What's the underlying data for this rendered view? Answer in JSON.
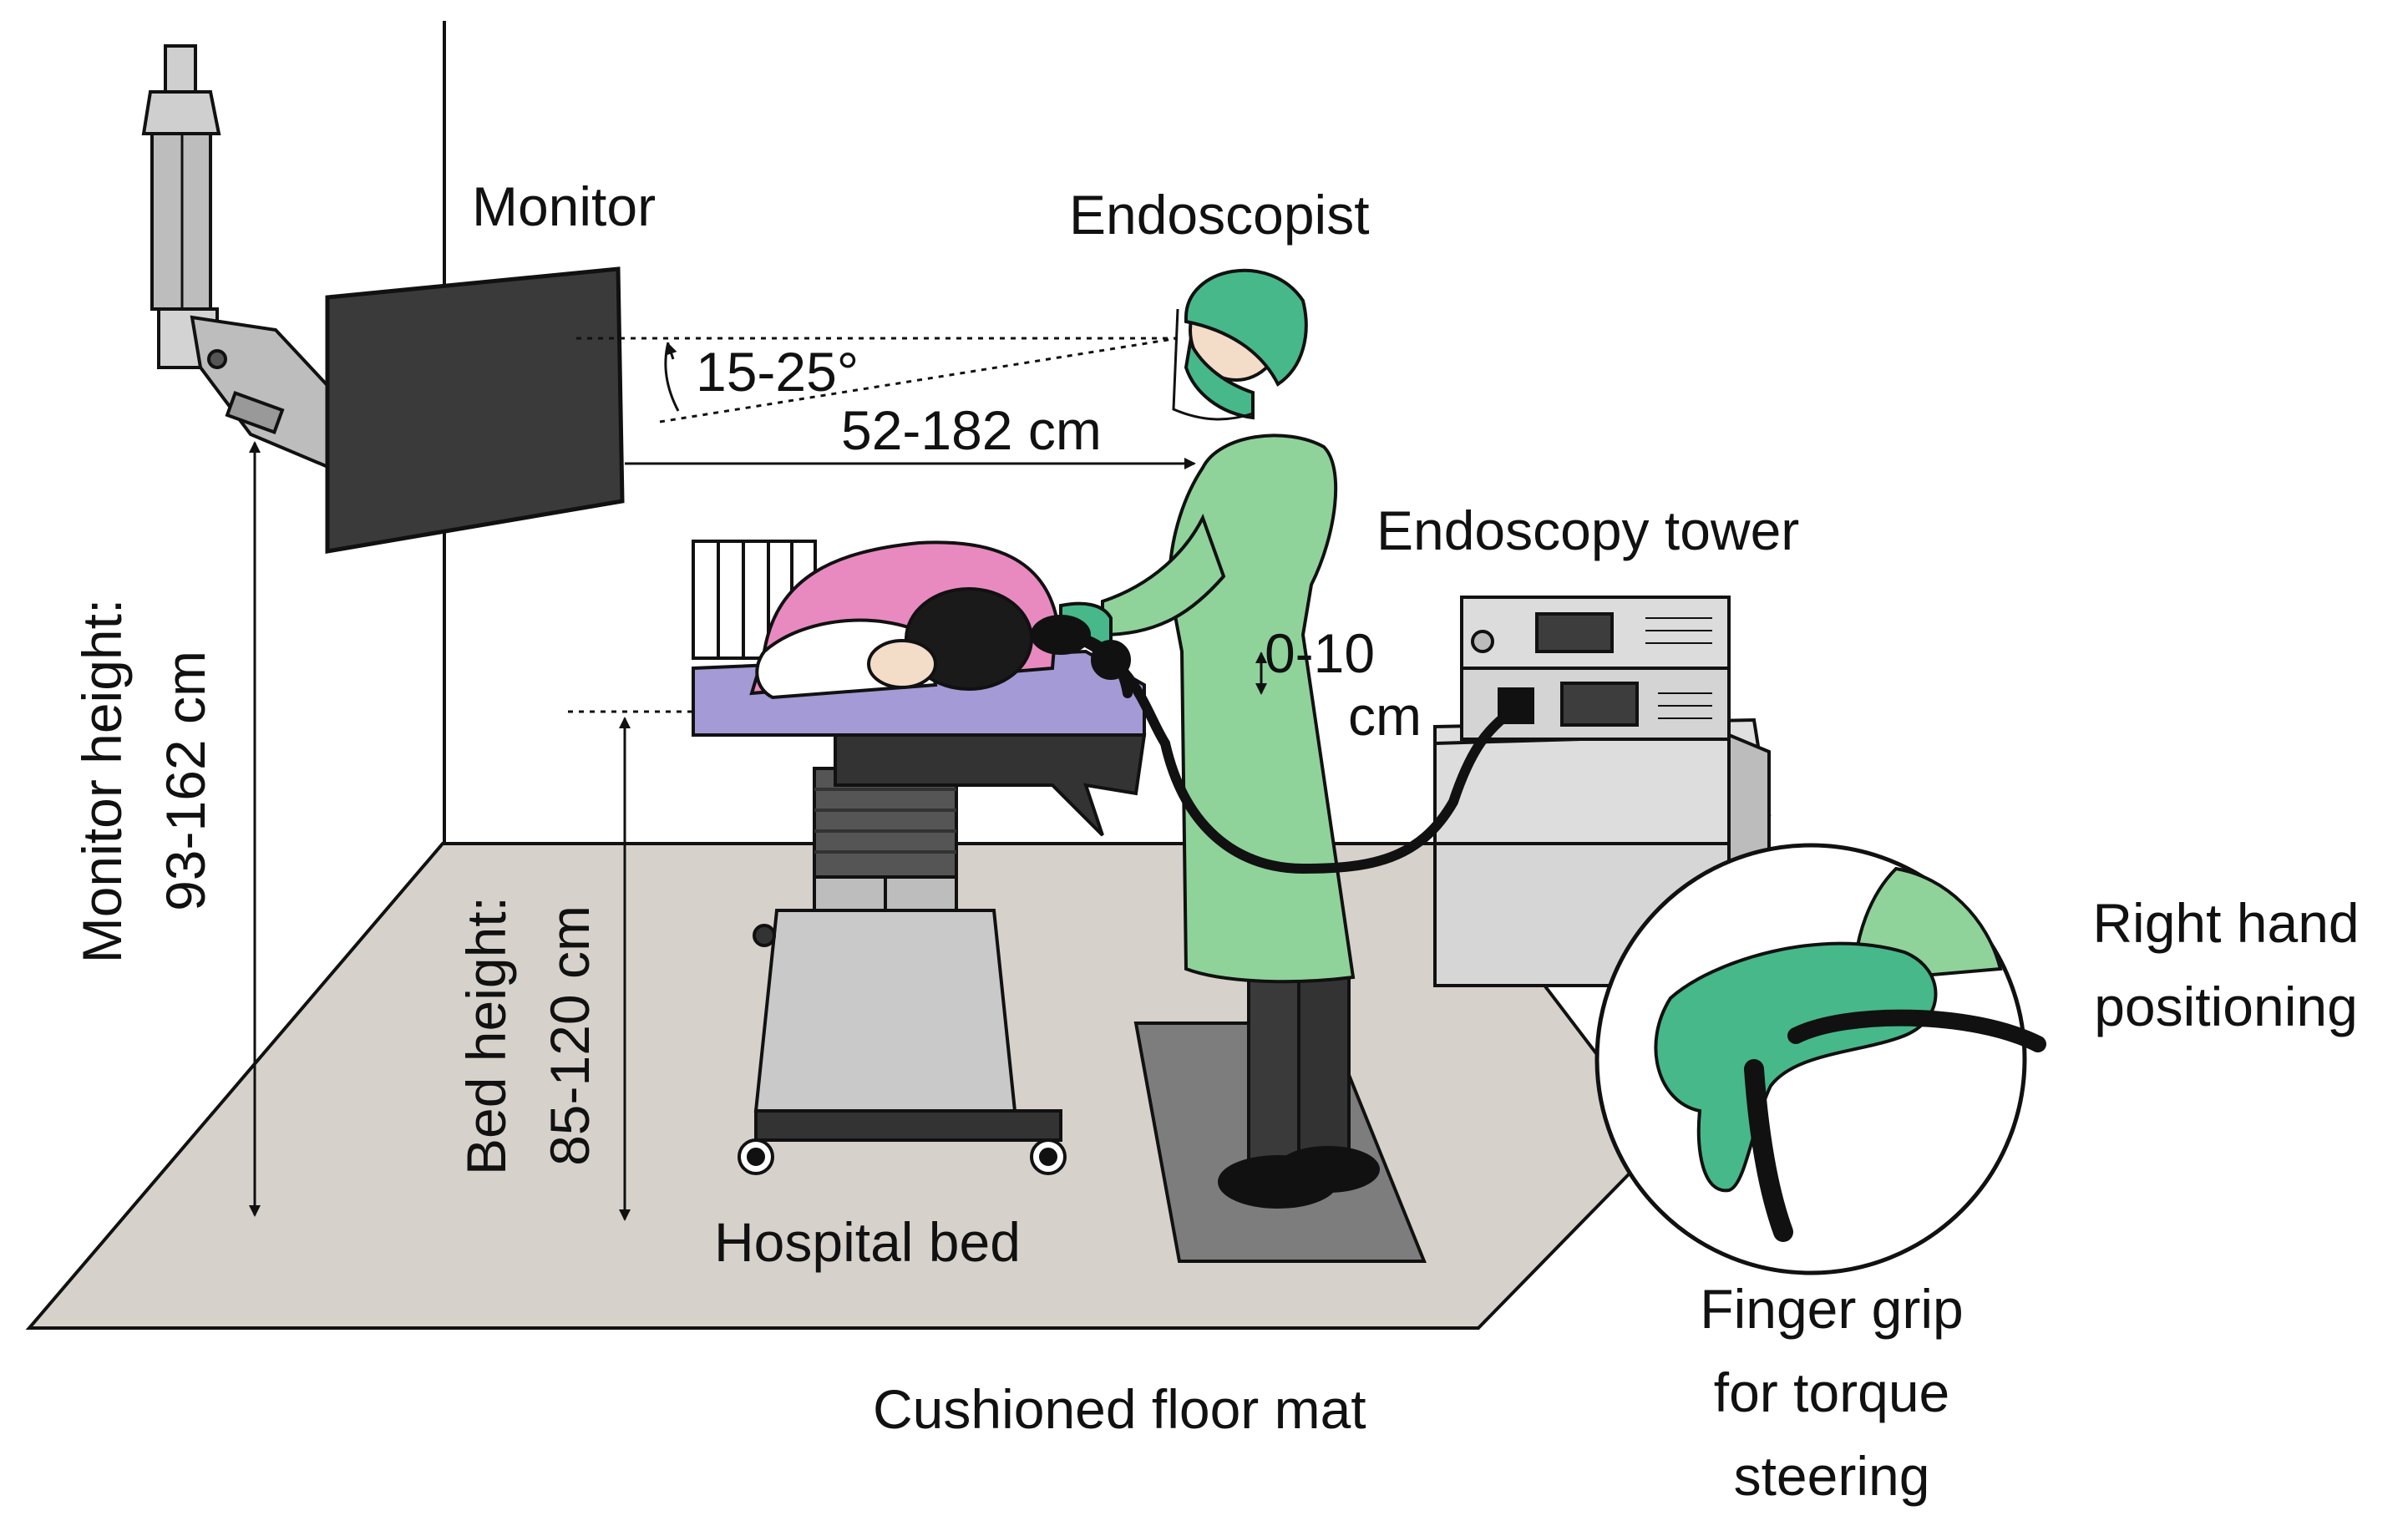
{
  "labels": {
    "monitor": "Monitor",
    "endoscopist": "Endoscopist",
    "angle": "15-25°",
    "distance": "52-182 cm",
    "tower": "Endoscopy tower",
    "elbow_line1": "0-10",
    "elbow_line2": "cm",
    "monitor_height_line1": "Monitor height:",
    "monitor_height_line2": "93-162 cm",
    "bed_height_line1": "Bed height:",
    "bed_height_line2": "85-120 cm",
    "hospital_bed": "Hospital bed",
    "floor_mat": "Cushioned floor mat",
    "right_hand_line1": "Right hand",
    "right_hand_line2": "positioning",
    "finger_grip_line1": "Finger grip",
    "finger_grip_line2": "for torque",
    "finger_grip_line3": "steering"
  },
  "colors": {
    "floor": "#d6d1cb",
    "monitor_screen": "#3a3a3a",
    "gown": "#8fd39a",
    "glove": "#47b88a",
    "mattress": "#a49ad6",
    "blanket": "#e88ac0",
    "tower": "#d9d9d9",
    "mat": "#7d7d7d",
    "outline": "#111111"
  }
}
